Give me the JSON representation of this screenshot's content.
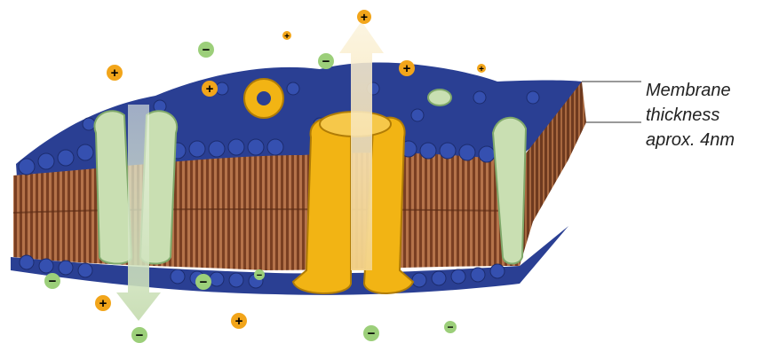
{
  "annotation": {
    "lines": [
      "Membrane",
      "thickness",
      "aprox. 4nm"
    ]
  },
  "icons": {
    "positive_ion": "plus-icon",
    "negative_ion": "minus-icon"
  },
  "colors": {
    "head_blue": "#2a3f93",
    "tail_brown": "#8a4a2b",
    "channel_yellow": "#f2b414",
    "channel_green": "#c9dfb2",
    "positive": "#f2a51a",
    "negative": "#9ccf7a"
  }
}
